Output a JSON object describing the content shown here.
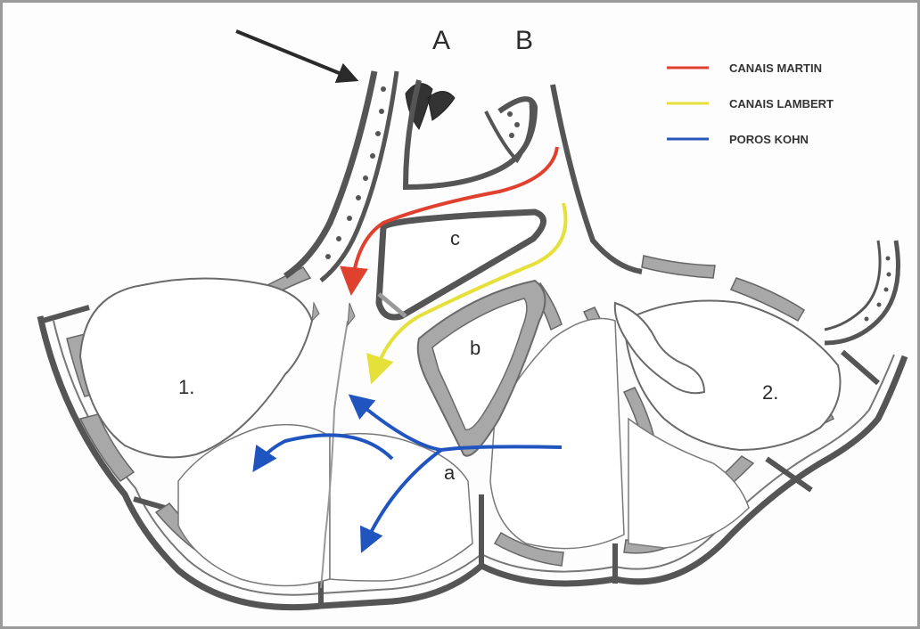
{
  "labels": {
    "A": "A",
    "B": "B",
    "c": "c",
    "b": "b",
    "a": "a",
    "alveolus_1": "1.",
    "alveolus_2": "2."
  },
  "legend": [
    {
      "text": "CANAIS MARTIN",
      "color": "#e0402e"
    },
    {
      "text": "CANAIS LAMBERT",
      "color": "#e6e03a"
    },
    {
      "text": "POROS KOHN",
      "color": "#2a55b8"
    }
  ],
  "colors": {
    "wall": "#555555",
    "tissue": "#a8a8a8",
    "martin": "#e0402e",
    "lambert": "#e6e03a",
    "kohn": "#2055c0",
    "pointer": "#2a2a2a"
  }
}
